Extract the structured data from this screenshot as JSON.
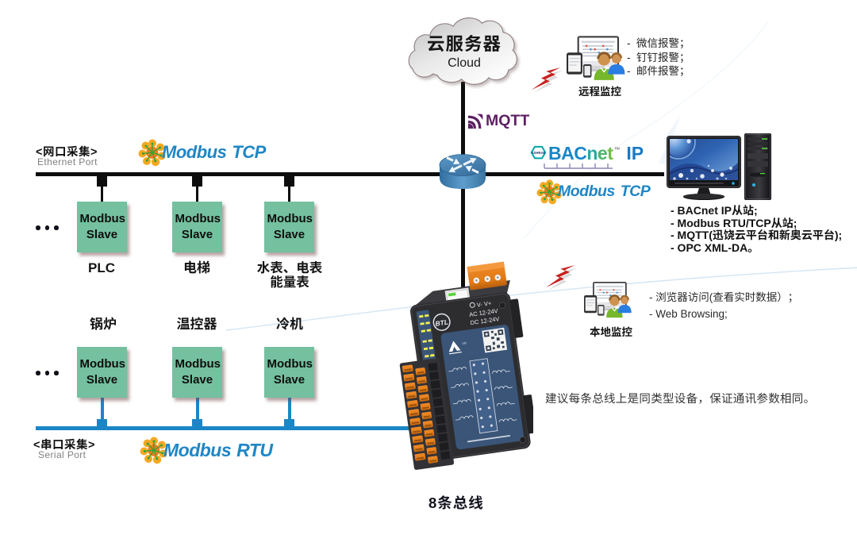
{
  "cloud": {
    "title": "云服务器",
    "subtitle": "Cloud"
  },
  "mqtt": {
    "label": "MQTT",
    "color": "#631f66"
  },
  "router": {
    "color_top": "#4a86b8",
    "color_body": "#3c7cb0"
  },
  "remote_monitoring": {
    "label": "远程监控",
    "alarms": [
      "-  微信报警；",
      "-  钉钉报警；",
      "-  邮件报警；"
    ]
  },
  "local_monitoring": {
    "label": "本地监控",
    "items": [
      "- 浏览器访问(查看实时数据）；",
      "- Web Browsing;"
    ]
  },
  "ethernet_bus": {
    "label_cn": "<网口采集>",
    "label_en": "Ethernet Port",
    "protocol_name": "Modbus",
    "protocol_type": "TCP",
    "slaves": [
      {
        "box": "Modbus Slave",
        "device": "PLC"
      },
      {
        "box": "Modbus Slave",
        "device": "电梯"
      },
      {
        "box": "Modbus Slave",
        "device": "水表、电表\n能量表"
      }
    ]
  },
  "serial_bus": {
    "label_cn": "<串口采集>",
    "label_en": "Serial Port",
    "protocol_name": "Modbus",
    "protocol_type": "RTU",
    "slaves": [
      {
        "box": "Modbus Slave",
        "device": "锅炉"
      },
      {
        "box": "Modbus Slave",
        "device": "温控器"
      },
      {
        "box": "Modbus Slave",
        "device": "冷机"
      }
    ]
  },
  "bacnet": {
    "badge": "ASHRAE",
    "brand": "BACnet",
    "tm": "™",
    "suffix": "IP"
  },
  "modbus_tcp_mid": {
    "protocol_name": "Modbus",
    "protocol_type": "TCP"
  },
  "workstation": {
    "features": [
      "- BACnet IP从站;",
      "- Modbus RTU/TCP从站;",
      "- MQTT(迅饶云平台和新奥云平台);",
      "- OPC XML-DA。"
    ]
  },
  "gateway": {
    "power_label": "V- V+",
    "power_ac": "AC 12-24V",
    "power_dc": "DC 12-24V",
    "btl": "BTL"
  },
  "note": "建议每条总线上是同类型设备，保证通讯参数相同。",
  "bus_count": "8条总线",
  "colors": {
    "slave_box": "#74c09f",
    "ethernet_line": "#0d0d0d",
    "serial_line": "#1b86c6",
    "modbus_blue": "#1f86c5",
    "modbus_orange": "#f6a821",
    "bacnet_blue": "#1887c8",
    "lightning_red": "#c8211f"
  }
}
